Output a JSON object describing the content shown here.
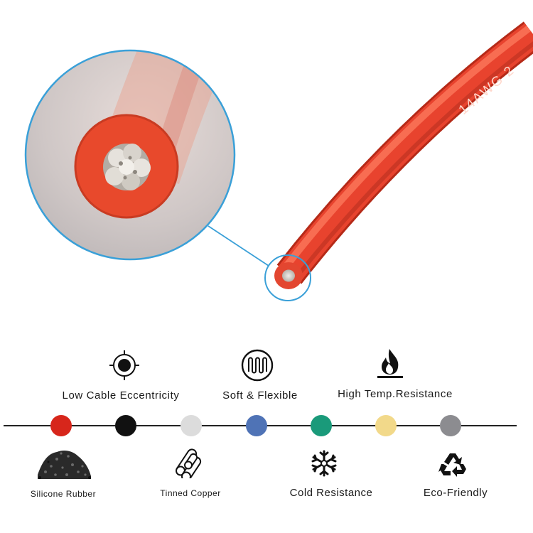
{
  "cable": {
    "print_text": "14AWG  2",
    "jacket_color": "#e8432e"
  },
  "features_top": [
    {
      "label": "Low Cable Eccentricity",
      "icon": "crosshair-target-icon"
    },
    {
      "label": "Soft & Flexible",
      "icon": "coil-icon"
    },
    {
      "label": "High Temp.Resistance",
      "icon": "flame-icon"
    }
  ],
  "color_options": [
    "#d7261b",
    "#111111",
    "#dcdcdc",
    "#4f73b6",
    "#1a9a7a",
    "#f2d98a",
    "#8c8c90"
  ],
  "features_bottom": [
    {
      "label": "Silicone Rubber",
      "icon": "silicone-granules-icon"
    },
    {
      "label": "Tinned Copper",
      "icon": "copper-strands-icon"
    },
    {
      "label": "Cold Resistance",
      "icon": "snowflake-icon"
    },
    {
      "label": "Eco-Friendly",
      "icon": "recycle-icon"
    }
  ],
  "accent_color": "#3aa0d8"
}
